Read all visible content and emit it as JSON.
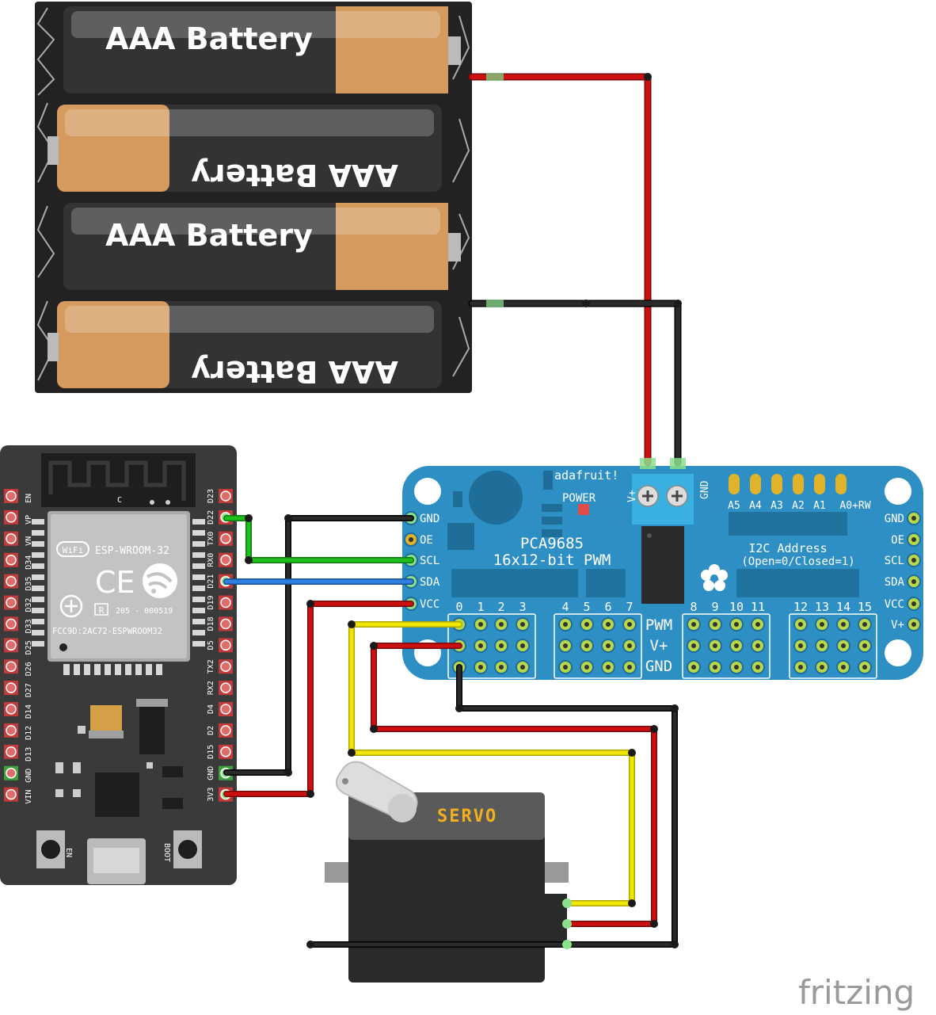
{
  "battery_pack": {
    "cells": [
      "AAA Battery",
      "AAA Battery",
      "AAA Battery",
      "AAA Battery"
    ]
  },
  "pca9685": {
    "brand": "adafruit!",
    "power_label": "POWER",
    "title_line1": "PCA9685",
    "title_line2": "16x12-bit PWM",
    "terminal_vplus": "V+",
    "terminal_gnd": "GND",
    "address_pads": [
      "A5",
      "A4",
      "A3",
      "A2",
      "A1",
      "A0+RW"
    ],
    "address_title": "I2C Address",
    "address_subtitle": "(Open=0/Closed=1)",
    "left_pins": [
      "GND",
      "OE",
      "SCL",
      "SDA",
      "VCC"
    ],
    "right_pins": [
      "GND",
      "OE",
      "SCL",
      "SDA",
      "VCC",
      "V+"
    ],
    "channel_numbers": [
      "0",
      "1",
      "2",
      "3",
      "4",
      "5",
      "6",
      "7",
      "8",
      "9",
      "10",
      "11",
      "12",
      "13",
      "14",
      "15"
    ],
    "row_labels": [
      "PWM",
      "V+",
      "GND"
    ]
  },
  "esp32": {
    "module_name": "ESP-WROOM-32",
    "wifi_label": "WiFi",
    "ce_mark": "CE",
    "cert_r": "R",
    "cert_num": "205 - 000519",
    "fcc_id": "FCC9D:2AC72-ESPWROOM32",
    "antenna_mark": "C",
    "left_pins": [
      "EN",
      "VP",
      "VN",
      "D34",
      "D35",
      "D32",
      "D33",
      "D25",
      "D26",
      "D27",
      "D14",
      "D12",
      "D13",
      "GND",
      "VIN"
    ],
    "right_pins": [
      "D23",
      "D22",
      "TX0",
      "RX0",
      "D21",
      "D19",
      "D18",
      "D5",
      "TX2",
      "RX2",
      "D4",
      "D2",
      "D15",
      "GND",
      "3V3"
    ],
    "button_en": "EN",
    "button_boot": "BOOT"
  },
  "servo": {
    "label": "SERVO"
  },
  "footer": {
    "brand": "fritzing"
  },
  "colors": {
    "wire_red": "#cc1010",
    "wire_black": "#1c1c1c",
    "wire_yellow": "#f2e600",
    "wire_green": "#1fbf1f",
    "wire_blue": "#2f7fe0",
    "pca_board": "#2d8fc4",
    "esp_board": "#3a3a3a",
    "battery_holder": "#222222",
    "battery_tan": "#d49a5e"
  }
}
